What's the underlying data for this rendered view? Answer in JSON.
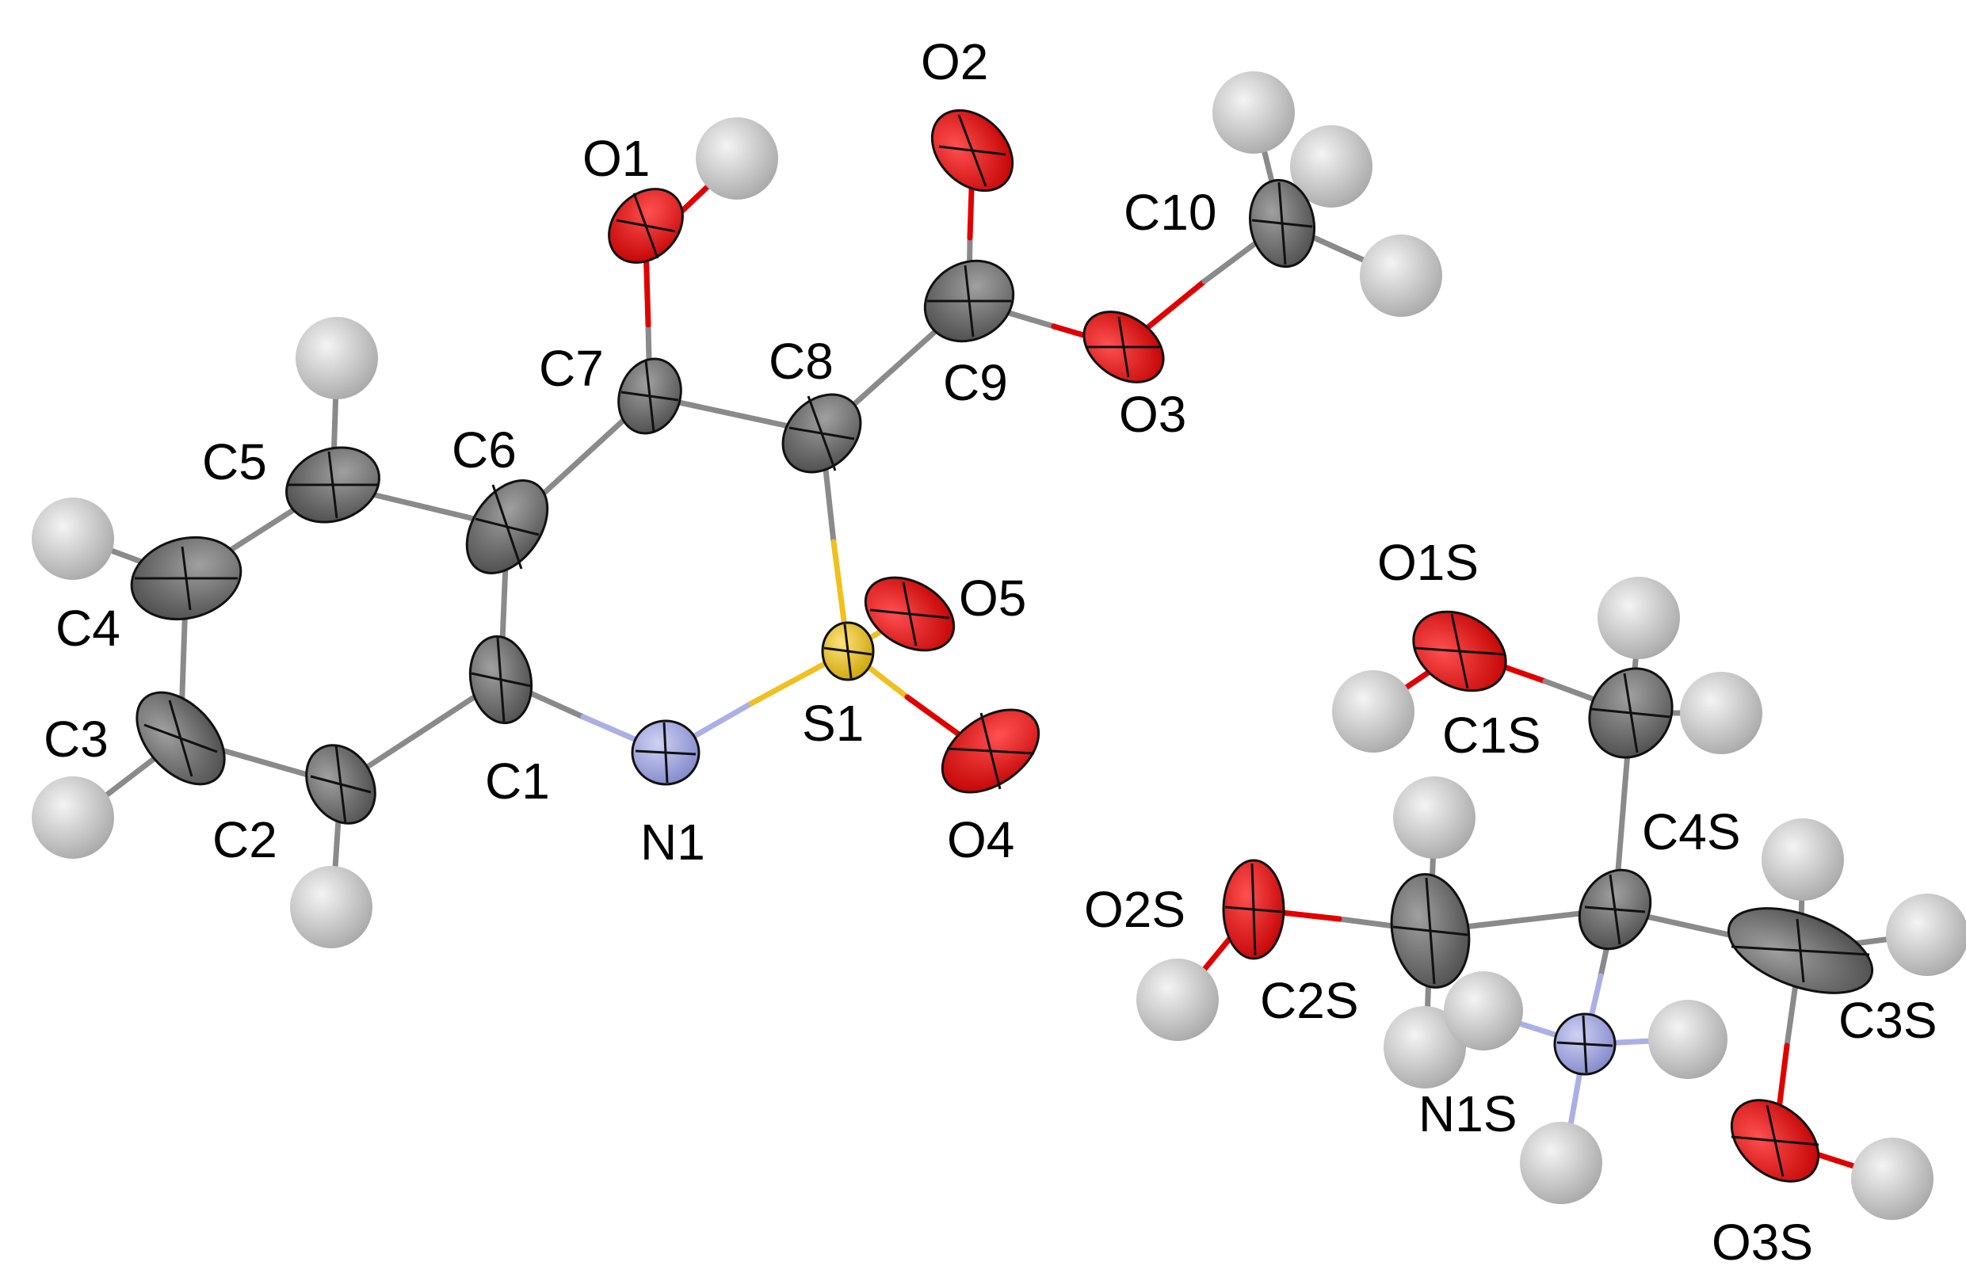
{
  "colors": {
    "carbon": "#5f5f5f",
    "oxygen": "#e00000",
    "nitrogen": "#9aa0dd",
    "sulfur": "#e8c020",
    "hydrogen": "#c4c4c4",
    "bond": "#8a8a8a"
  },
  "atoms": {
    "O1": "O1",
    "O2": "O2",
    "O3": "O3",
    "O4": "O4",
    "O5": "O5",
    "C1": "C1",
    "C2": "C2",
    "C3": "C3",
    "C4": "C4",
    "C5": "C5",
    "C6": "C6",
    "C7": "C7",
    "C8": "C8",
    "C9": "C9",
    "C10": "C10",
    "N1": "N1",
    "S1": "S1",
    "O1S": "O1S",
    "O2S": "O2S",
    "O3S": "O3S",
    "C1S": "C1S",
    "C2S": "C2S",
    "C3S": "C3S",
    "C4S": "C4S",
    "N1S": "N1S"
  }
}
